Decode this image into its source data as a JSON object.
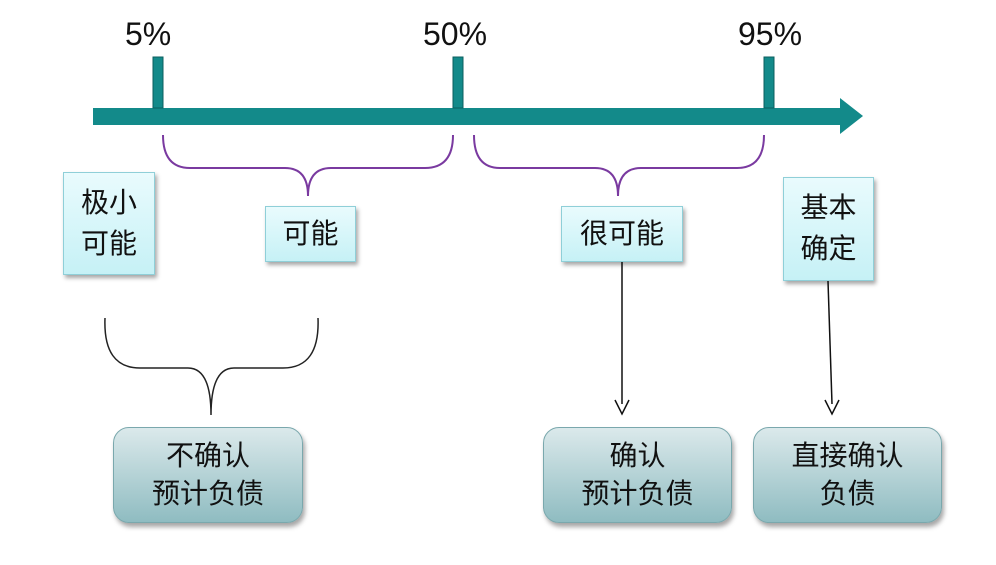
{
  "markers": [
    "5%",
    "50%",
    "95%"
  ],
  "categories": {
    "remote": [
      "极小",
      "可能"
    ],
    "possible": "可能",
    "probable": "很可能",
    "virtually_certain": [
      "基本",
      "确定"
    ]
  },
  "outcomes": {
    "not_recognized": [
      "不确认",
      "预计负债"
    ],
    "recognize_provision": [
      "确认",
      "预计负债"
    ],
    "recognize_liability": [
      "直接确认",
      "负债"
    ]
  },
  "colors": {
    "axis": "#138a8a",
    "brace_purple": "#7a3aa0",
    "brace_black": "#222222",
    "category_box": "#d4f5f9",
    "outcome_box": "#a9cbcf"
  }
}
